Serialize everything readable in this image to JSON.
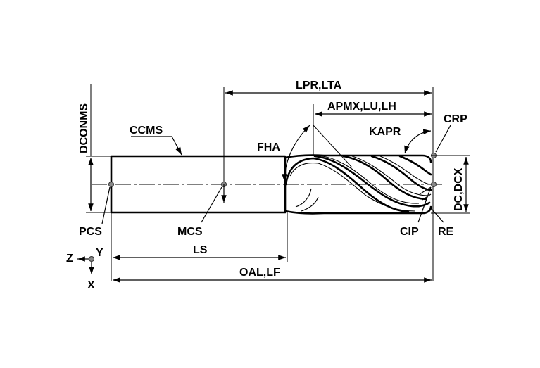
{
  "labels": {
    "dconms": "DCONMS",
    "ccms": "CCMS",
    "lpr_lta": "LPR,LTA",
    "apmx_lu_lh": "APMX,LU,LH",
    "crp": "CRP",
    "kapr": "KAPR",
    "fha": "FHA",
    "dc_dcx": "DC,DCX",
    "pcs": "PCS",
    "mcs": "MCS",
    "cip": "CIP",
    "re": "RE",
    "ls": "LS",
    "oal_lf": "OAL,LF",
    "axis_z": "Z",
    "axis_y": "Y",
    "axis_x": "X"
  }
}
